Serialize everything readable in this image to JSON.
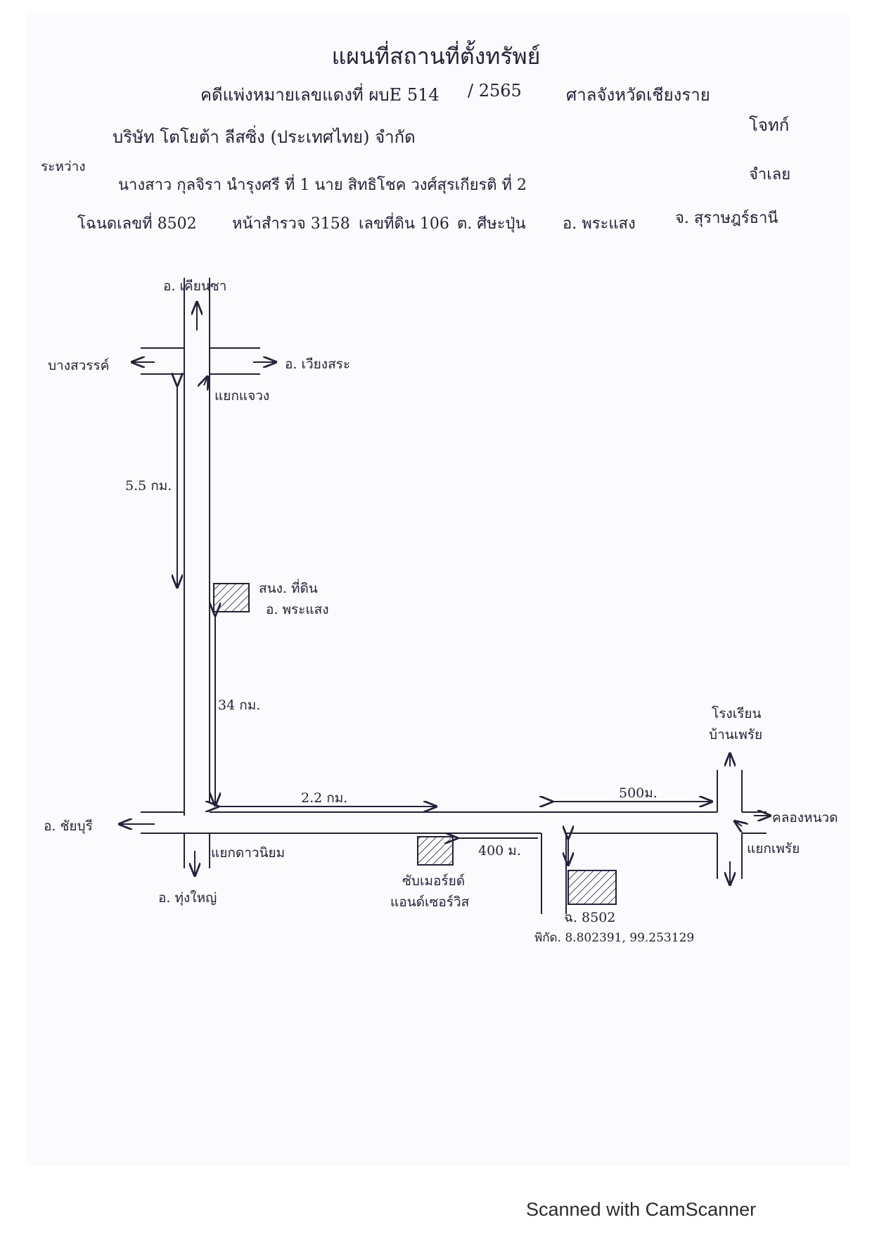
{
  "header": {
    "title": "แผนที่สถานที่ตั้งทรัพย์",
    "case_label": "คดีแพ่งหมายเลขแดงที่ ผบE 514",
    "case_year": "/ 2565",
    "court": "ศาลจังหวัดเชียงราย",
    "plaintiff": "บริษัท โตโยต้า ลีสซิ่ง (ประเทศไทย) จำกัด",
    "plaintiff_role": "โจทก์",
    "between_label": "ระหว่าง",
    "defendants": "นางสาว กุลจิรา นำรุงศรี ที่ 1 นาย สิทธิโชค วงศ์สุรเกียรติ ที่ 2",
    "defendant_role": "จำเลย",
    "deed": "โฉนดเลขที่ 8502",
    "page": "หน้าสำรวจ 3158",
    "parcel": "เลขที่ดิน 106",
    "subdistrict": "ต. ศีษะปุ่น",
    "district": "อ. พระแสง",
    "province": "จ. สุราษฎร์ธานี"
  },
  "map": {
    "north_dest": "อ. เคียนซา",
    "west_dest_top": "บางสวรรค์",
    "east_dest_top": "อ. เวียงสระ",
    "junction_top": "แยกแจวง",
    "dist_5_5": "5.5 กม.",
    "land_office": "สนง. ที่ดิน",
    "land_office_district": "อ. พระแสง",
    "dist_34": "34 กม.",
    "dist_2_2": "2.2 กม.",
    "dist_500": "500ม.",
    "school": "โรงเรียน",
    "school_name": "บ้านเพรัย",
    "west_dest_bottom": "อ. ชัยบุรี",
    "junction_bottom": "แยกดาวนิยม",
    "south_dest": "อ. ทุ่งใหญ่",
    "store_line1": "ซับเมอร์ยด์",
    "store_line2": "แอนด์เซอร์วิส",
    "dist_400": "400 ม.",
    "east_dest_bottom": "คลองหนวด",
    "junction_right": "แยกเพรัย",
    "target_deed": "ฉ. 8502",
    "coordinates": "พิกัด. 8.802391, 99.253129"
  },
  "footer": "Scanned with CamScanner"
}
